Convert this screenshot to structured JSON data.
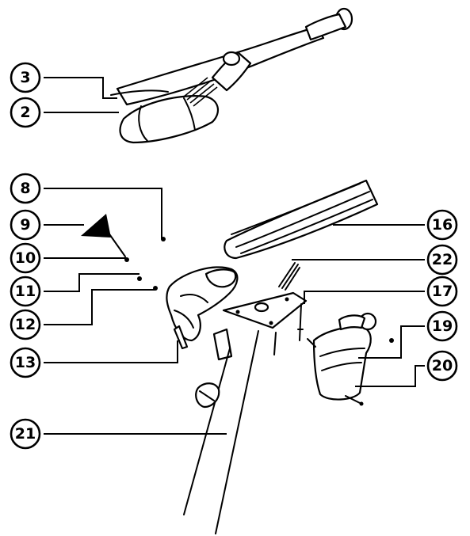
{
  "figure": {
    "title": "",
    "callouts": [
      {
        "id": "c3",
        "label": "3"
      },
      {
        "id": "c2",
        "label": "2"
      },
      {
        "id": "c8",
        "label": "8"
      },
      {
        "id": "c9",
        "label": "9"
      },
      {
        "id": "c10",
        "label": "10"
      },
      {
        "id": "c11",
        "label": "11"
      },
      {
        "id": "c12",
        "label": "12"
      },
      {
        "id": "c13",
        "label": "13"
      },
      {
        "id": "c21",
        "label": "21"
      },
      {
        "id": "c16",
        "label": "16"
      },
      {
        "id": "c22",
        "label": "22"
      },
      {
        "id": "c17",
        "label": "17"
      },
      {
        "id": "c19",
        "label": "19"
      },
      {
        "id": "c20",
        "label": "20"
      }
    ]
  }
}
